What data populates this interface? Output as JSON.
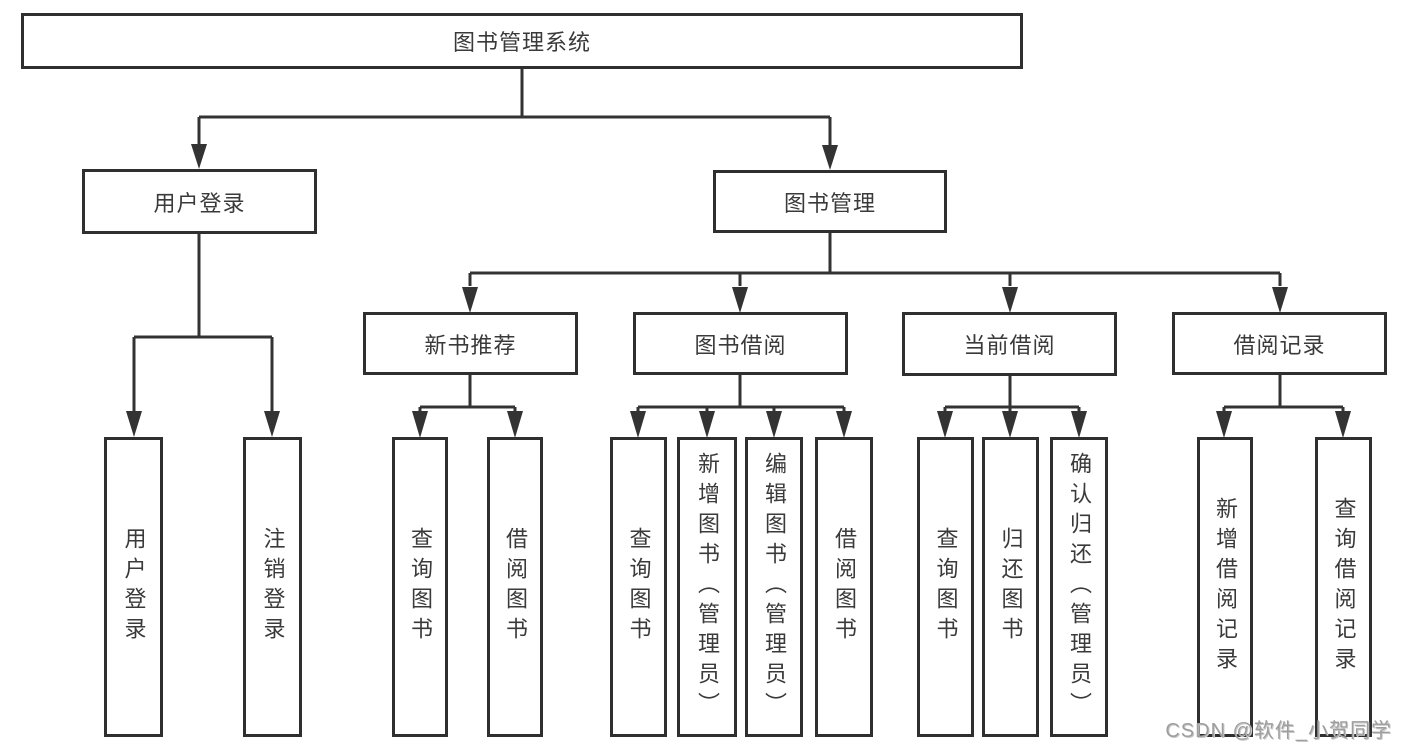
{
  "diagram": {
    "root": {
      "label": "图书管理系统"
    },
    "branches": [
      {
        "label": "用户登录",
        "leaves": [
          "用户登录",
          "注销登录"
        ]
      },
      {
        "label": "图书管理",
        "groups": [
          {
            "label": "新书推荐",
            "leaves": [
              "查询图书",
              "借阅图书"
            ]
          },
          {
            "label": "图书借阅",
            "leaves": [
              "查询图书",
              "新增图书（管理员）",
              "编辑图书（管理员）",
              "借阅图书"
            ]
          },
          {
            "label": "当前借阅",
            "leaves": [
              "查询图书",
              "归还图书",
              "确认归还（管理员）"
            ]
          },
          {
            "label": "借阅记录",
            "leaves": [
              "新增借阅记录",
              "查询借阅记录"
            ]
          }
        ]
      }
    ],
    "watermark": "CSDN @软件_小贺同学",
    "colors": {
      "line": "#333333",
      "box_border": "#2f2f2f",
      "text": "#3a3a3a",
      "watermark": "#9e9e9e",
      "background": "#ffffff"
    }
  }
}
